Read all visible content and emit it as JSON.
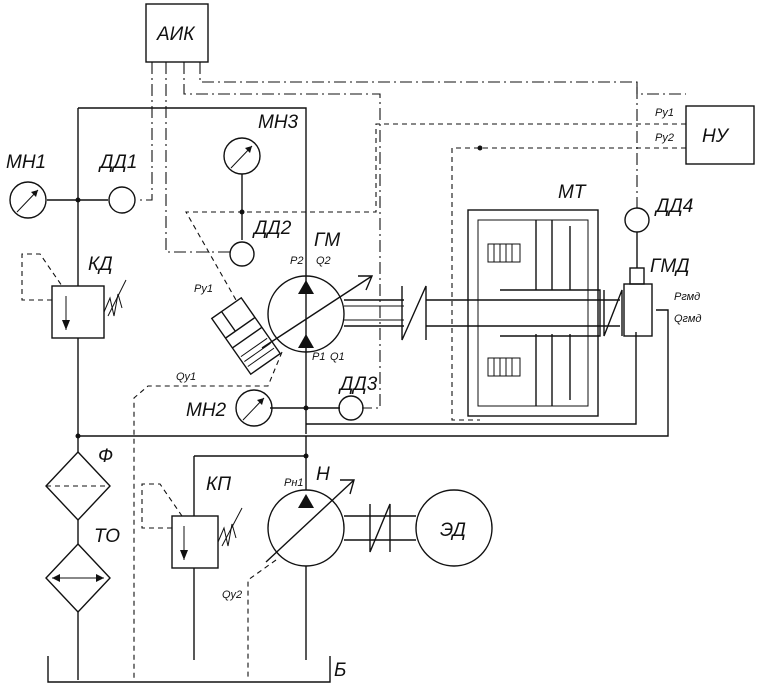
{
  "labels": {
    "aik": "АИК",
    "nu": "НУ",
    "mn1": "МН1",
    "mn2": "МН2",
    "mn3": "МН3",
    "dd1": "ДД1",
    "dd2": "ДД2",
    "dd3": "ДД3",
    "dd4": "ДД4",
    "gm": "ГМ",
    "mt": "МТ",
    "gmd": "ГМД",
    "kd": "КД",
    "kp": "КП",
    "f": "Ф",
    "to": "ТО",
    "n": "Н",
    "ed": "ЭД",
    "b": "Б",
    "py1_valve": "Py1",
    "qy1": "Qy1",
    "qy2": "Qy2",
    "p2": "P2",
    "q2": "Q2",
    "p1": "P1",
    "q1": "Q1",
    "pn1": "Pн1",
    "pgmd": "Pгмд",
    "qgmd": "Qгмд",
    "py1_nu": "Py1",
    "py2_nu": "Py2"
  }
}
